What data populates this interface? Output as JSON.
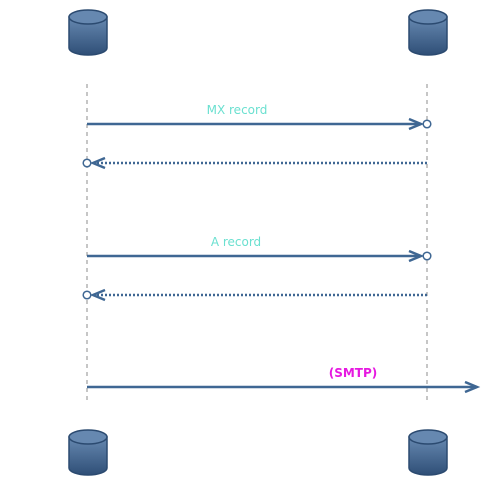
{
  "diagram": {
    "type": "sequence",
    "colors": {
      "line": "#3f6793",
      "lifeline": "#8c8c8c",
      "db_top": "#6688b0",
      "db_bottom": "#2f4f77",
      "db_stroke": "#2b4a70",
      "label_default": "#6be0d0",
      "label_smtp": "#e619e0",
      "background": "#ffffff"
    },
    "participants": [
      {
        "id": "left",
        "name": "",
        "icon": "database-icon"
      },
      {
        "id": "right",
        "name": "",
        "icon": "database-icon"
      }
    ],
    "messages": [
      {
        "from": "left",
        "to": "right",
        "label": "MX record",
        "style": "solid",
        "head": "circle-arrow"
      },
      {
        "from": "right",
        "to": "left",
        "label": "",
        "style": "dotted",
        "head": "circle-arrow"
      },
      {
        "from": "left",
        "to": "right",
        "label": "A record",
        "style": "solid",
        "head": "circle-arrow"
      },
      {
        "from": "right",
        "to": "left",
        "label": "",
        "style": "dotted",
        "head": "circle-arrow"
      },
      {
        "from": "left",
        "to": "outside",
        "label": "(SMTP)",
        "style": "solid",
        "head": "arrow",
        "bold": true
      }
    ]
  }
}
